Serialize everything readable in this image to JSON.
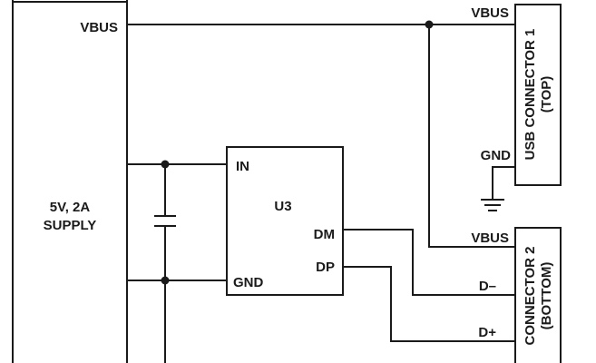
{
  "supply": {
    "label_line1": "5V, 2A",
    "label_line2": "SUPPLY",
    "vbus": "VBUS"
  },
  "u3": {
    "name": "U3",
    "pin_in": "IN",
    "pin_gnd": "GND",
    "pin_dm": "DM",
    "pin_dp": "DP"
  },
  "connector1": {
    "title_line1": "USB CONNECTOR 1",
    "title_line2": "(TOP)",
    "vbus": "VBUS",
    "gnd": "GND"
  },
  "connector2": {
    "title_line1": "CONNECTOR 2",
    "title_line2": "(BOTTOM)",
    "vbus": "VBUS",
    "dminus": "D–",
    "dplus": "D+"
  }
}
